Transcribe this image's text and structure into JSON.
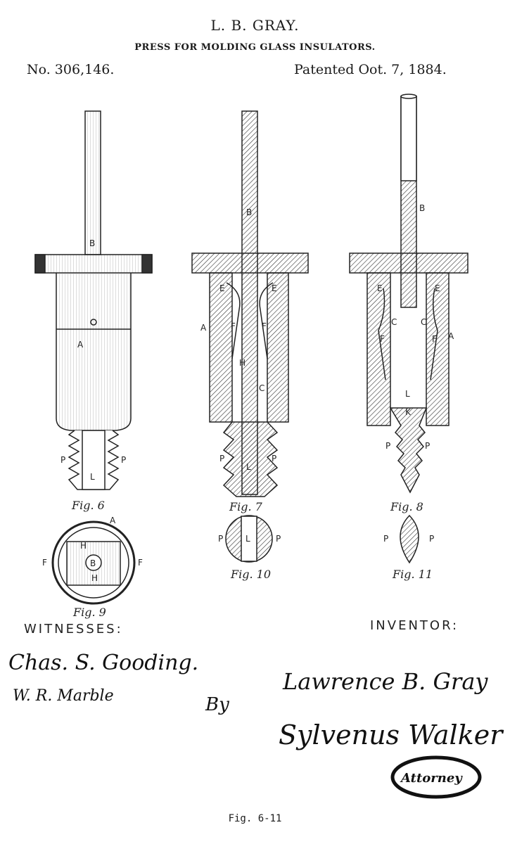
{
  "header": {
    "inventor_name": "L. B. GRAY.",
    "title": "PRESS FOR MOLDING GLASS INSULATORS.",
    "patent_number": "No. 306,146.",
    "patent_date": "Patented Oot. 7, 1884."
  },
  "figures": {
    "fig6": "Fig. 6",
    "fig7": "Fig. 7",
    "fig8": "Fig. 8",
    "fig9": "Fig. 9",
    "fig10": "Fig. 10",
    "fig11": "Fig. 11"
  },
  "labels": {
    "A": "A",
    "B": "B",
    "C": "C",
    "E": "E",
    "F": "F",
    "H": "H",
    "K": "K",
    "L": "L",
    "P": "P"
  },
  "witnesses": {
    "heading": "WITNESSES:",
    "names": [
      "Chas. S. Gooding.",
      "W. R. Marble"
    ]
  },
  "inventor": {
    "heading": "INVENTOR:",
    "name": "Lawrence B. Gray",
    "by": "By",
    "attorney_name": "Sylvenus Walker",
    "attorney_label": "Attorney"
  },
  "caption": "Fig. 6-11"
}
